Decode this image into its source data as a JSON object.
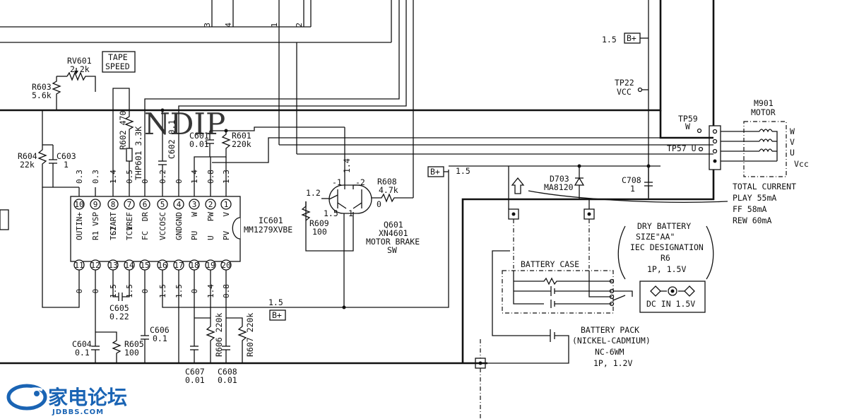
{
  "labels": {
    "rv601": "RV601",
    "rv601_val": "2.2k",
    "tape_speed_1": "TAPE",
    "tape_speed_2": "SPEED",
    "r603": "R603",
    "r603_val": "5.6k",
    "r604": "R604",
    "r604_val": "22k",
    "c603": "C603",
    "c603_val": "1",
    "r602": "R602 470",
    "thp601": "THP601 3.3K",
    "c602": "C602 0.1",
    "c601": "C601",
    "c601_val": "0.01",
    "r601": "R601",
    "r601_val": "220k",
    "ic601": "IC601",
    "ic601_part": "MM1279XVBE",
    "r609": "R609",
    "r609_val": "100",
    "q601": "Q601",
    "q601_part": "XN4601",
    "q601_desc1": "MOTOR BRAKE",
    "q601_desc2": "SW",
    "r608": "R608",
    "r608_val": "4.7k",
    "tp22": "TP22",
    "tp22_sig": "VCC",
    "tp59": "TP59",
    "tp59_sig": "W",
    "tp57": "TP57 U",
    "m901": "M901",
    "m901_desc": "MOTOR",
    "motor_w": "W",
    "motor_v": "V",
    "motor_u": "U",
    "motor_vcc": "Vcc",
    "d703": "D703",
    "d703_part": "MA8120",
    "c708": "C708",
    "c708_val": "1",
    "b_plus": "B+",
    "total_current": "TOTAL CURRENT",
    "play": "PLAY 55mA",
    "ff": "FF 58mA",
    "rew": "REW 60mA",
    "dry_battery": "DRY BATTERY",
    "size_aa": "SIZE\"AA\"",
    "iec_designation": "IEC DESIGNATION",
    "r6": "R6",
    "ip_15v": "1P, 1.5V",
    "battery_case": "BATTERY CASE",
    "dc_in": "DC IN 1.5V",
    "battery_pack": "BATTERY PACK",
    "nickel_cadmium": "(NICKEL-CADMIUM)",
    "nc6wm": "NC-6WM",
    "ip_12v": "1P, 1.2V",
    "c605": "C605",
    "c605_val": "0.22",
    "c606": "C606",
    "c606_val": "0.1",
    "c604": "C604",
    "c604_val": "0.1",
    "r605": "R605",
    "r605_val": "100",
    "r606": "R606 220k",
    "r607": "R607 220k",
    "c607": "C607",
    "c607_val": "0.01",
    "c608": "C608",
    "c608_val": "0.01",
    "v_15": "1.5",
    "v_08": "0.8",
    "v_0": "0",
    "v_m1": "-1",
    "v_m2": "-2",
    "v_12": "1.2",
    "v_14": "1.4",
    "v_1": "1",
    "conn_3": "3",
    "conn_4": "4",
    "conn_1": "1",
    "conn_2": "2"
  },
  "ic_top_pins": [
    {
      "num": "10",
      "name": "IN+",
      "volt": "0.3"
    },
    {
      "num": "9",
      "name": "VSP",
      "volt": "0.3"
    },
    {
      "num": "8",
      "name": "START",
      "volt": "1.4"
    },
    {
      "num": "7",
      "name": "VREF",
      "volt": "0.5"
    },
    {
      "num": "6",
      "name": "DR",
      "volt": "0"
    },
    {
      "num": "5",
      "name": "OSC",
      "volt": "0.2"
    },
    {
      "num": "4",
      "name": "GND",
      "volt": "0"
    },
    {
      "num": "3",
      "name": "W",
      "volt": "1.4"
    },
    {
      "num": "2",
      "name": "PW",
      "volt": "0.8"
    },
    {
      "num": "1",
      "name": "V",
      "volt": "1.3"
    }
  ],
  "ic_bottom_pins": [
    {
      "num": "11",
      "name": "OUT",
      "volt": "0"
    },
    {
      "num": "12",
      "name": "R1",
      "volt": "0"
    },
    {
      "num": "13",
      "name": "TC2",
      "volt": "1.5"
    },
    {
      "num": "14",
      "name": "TC1",
      "volt": "1.5"
    },
    {
      "num": "15",
      "name": "FC",
      "volt": "0"
    },
    {
      "num": "16",
      "name": "VCC",
      "volt": "1.5"
    },
    {
      "num": "17",
      "name": "GND",
      "volt": "1.5"
    },
    {
      "num": "18",
      "name": "PU",
      "volt": "0"
    },
    {
      "num": "19",
      "name": "U",
      "volt": "1.4"
    },
    {
      "num": "20",
      "name": "PV",
      "volt": "0.8"
    }
  ],
  "watermark": "NDIP",
  "logo": {
    "cn": "家电论坛",
    "en": "JDBBS.COM"
  }
}
